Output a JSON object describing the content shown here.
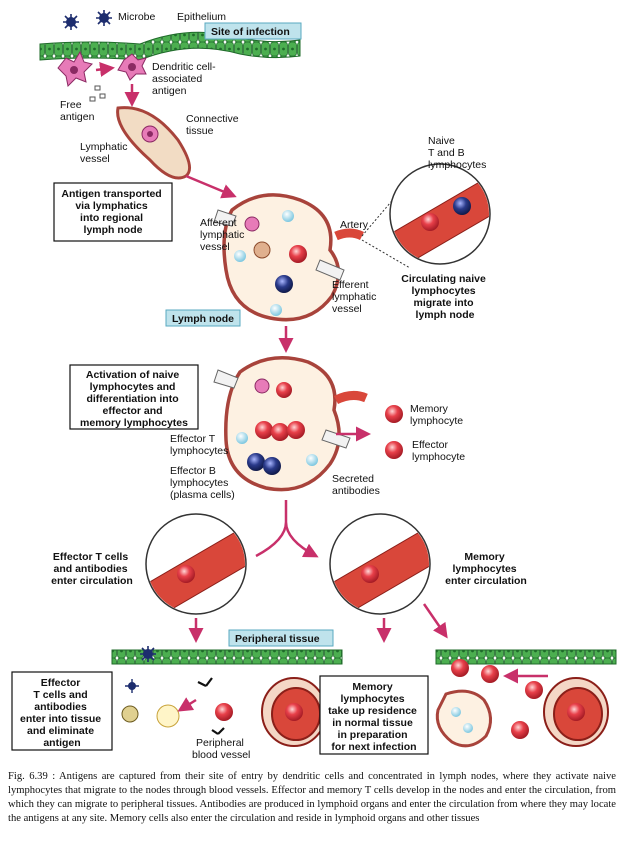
{
  "labels": {
    "microbe": "Microbe",
    "epithelium": "Epithelium",
    "site_of_infection": "Site of infection",
    "dendritic": [
      "Dendritic cell-",
      "associated",
      "antigen"
    ],
    "free_antigen": [
      "Free",
      "antigen"
    ],
    "connective_tissue": [
      "Connective",
      "tissue"
    ],
    "lymphatic_vessel": [
      "Lymphatic",
      "vessel"
    ],
    "naive_tb": [
      "Naive",
      "T and B",
      "lymphocytes"
    ],
    "box_transport": [
      "Antigen transported",
      "via lymphatics",
      "into regional",
      "lymph node"
    ],
    "afferent": [
      "Afferent",
      "lymphatic",
      "vessel"
    ],
    "artery": "Artery",
    "efferent": [
      "Efferent",
      "lymphatic",
      "vessel"
    ],
    "circulating": [
      "Circulating naive",
      "lymphocytes",
      "migrate into",
      "lymph node"
    ],
    "lymph_node": "Lymph node",
    "box_activation": [
      "Activation of naive",
      "lymphocytes and",
      "differentiation into",
      "effector and",
      "memory lymphocytes"
    ],
    "memory_lymphocyte": [
      "Memory",
      "lymphocyte"
    ],
    "effector_lymphocyte": [
      "Effector",
      "lymphocyte"
    ],
    "effector_t": [
      "Effector T",
      "lymphocytes"
    ],
    "effector_b": [
      "Effector B",
      "lymphocytes",
      "(plasma cells)"
    ],
    "secreted": [
      "Secreted",
      "antibodies"
    ],
    "effector_t_cells_circ": [
      "Effector T cells",
      "and antibodies",
      "enter circulation"
    ],
    "memory_circ": [
      "Memory",
      "lymphocytes",
      "enter circulation"
    ],
    "peripheral_tissue": "Peripheral tissue",
    "box_effector": [
      "Effector",
      "T cells and",
      "antibodies",
      "enter into tissue",
      "and eliminate",
      "antigen"
    ],
    "peripheral_vessel": [
      "Peripheral",
      "blood vessel"
    ],
    "box_memory": [
      "Memory",
      "lymphocytes",
      "take up residence",
      "in normal tissue",
      "in preparation",
      "for next infection"
    ]
  },
  "caption": {
    "fig": "Fig. 6.39 :",
    "text": "Antigens are captured from their site of entry by dendritic cells and concentrated in lymph nodes, where they activate naive lymphocytes that migrate to the nodes through blood vessels. Effector and memory T cells develop in the nodes and enter the circulation, from which they can migrate to peripheral tissues. Antibodies are produced in lymphoid organs and enter the circulation from where they may locate the antigens at any site. Memory cells also enter the circulation and reside in lymphoid organs and other tissues"
  },
  "colors": {
    "epithelium": "#3f9a45",
    "vessel": "#d9473a",
    "node_outline": "#a8433b",
    "arrow": "#c8306a",
    "label_box": "#bfe3ec",
    "cell_red": "#e8404a",
    "cell_blue": "#2a3a8a",
    "antigen_cyan": "#9ad6ea"
  }
}
